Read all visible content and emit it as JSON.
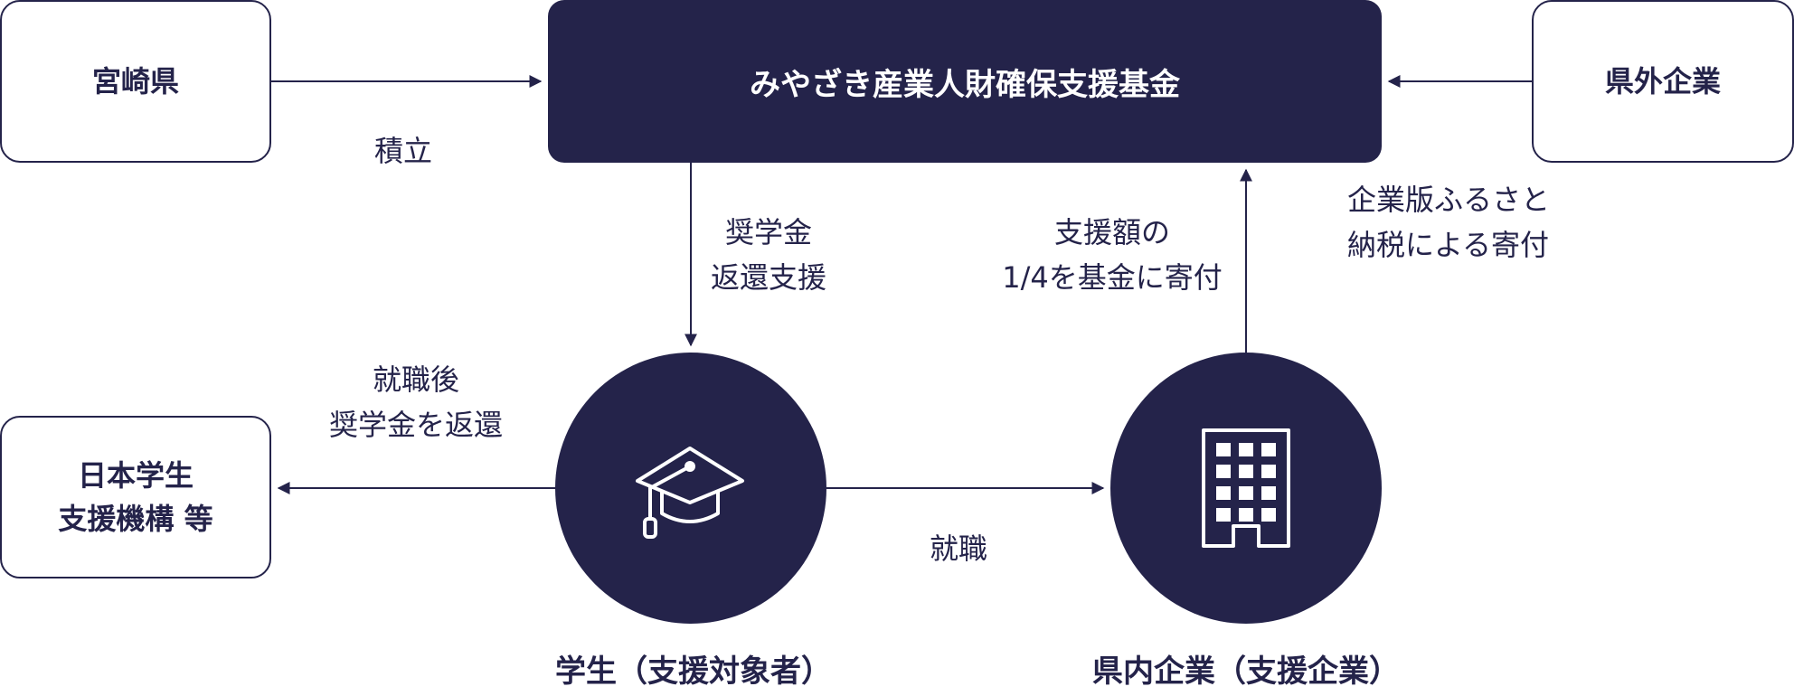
{
  "nodes": {
    "prefecture": "宮崎県",
    "fund": "みやざき産業人財確保支援基金",
    "outside_companies": "県外企業",
    "jasso_line1": "日本学生",
    "jasso_line2": "支援機構 等",
    "student_caption": "学生（支援対象者）",
    "company_caption": "県内企業（支援企業）"
  },
  "edges": {
    "accumulation": "積立",
    "scholarship_line1": "奨学金",
    "scholarship_line2": "返還支援",
    "support_line1": "支援額の",
    "support_line2": "1/4を基金に寄付",
    "donation_line1": "企業版ふるさと",
    "donation_line2": "納税による寄付",
    "repay_line1": "就職後",
    "repay_line2": "奨学金を返還",
    "employment": "就職"
  },
  "icons": {
    "student": "graduation-cap-icon",
    "company": "office-building-icon"
  },
  "colors": {
    "navy": "#24234a",
    "white": "#ffffff"
  }
}
